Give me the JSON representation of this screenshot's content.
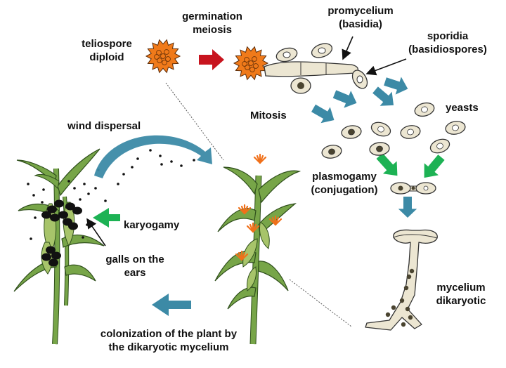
{
  "labels": {
    "teliospore": [
      "teliospore",
      "diploid"
    ],
    "germination": [
      "germination",
      "meiosis"
    ],
    "promycelium": [
      "promycelium",
      "(basidia)"
    ],
    "sporidia": [
      "sporidia",
      "(basidiospores)"
    ],
    "mitosis": "Mitosis",
    "yeasts": "yeasts",
    "wind": "wind dispersal",
    "plasmogamy": [
      "plasmogamy",
      "(conjugation)"
    ],
    "karyogamy": "karyogamy",
    "galls": [
      "galls on the",
      "ears"
    ],
    "mycelium": [
      "mycelium",
      "dikaryotic"
    ],
    "colonization": [
      "colonization of the plant by",
      "the dikaryotic mycelium"
    ]
  },
  "colors": {
    "spore": "#f07a1a",
    "red_arrow": "#c8141e",
    "blue_arrow": "#3c8aa6",
    "green_arrow": "#1db254",
    "leaf": "#77a548",
    "leaf_stroke": "#2f4f1c",
    "cell_fill": "#ece6d2",
    "nucleus": "#4a4430",
    "gall": "#111111",
    "tassel": "#f0701a"
  }
}
